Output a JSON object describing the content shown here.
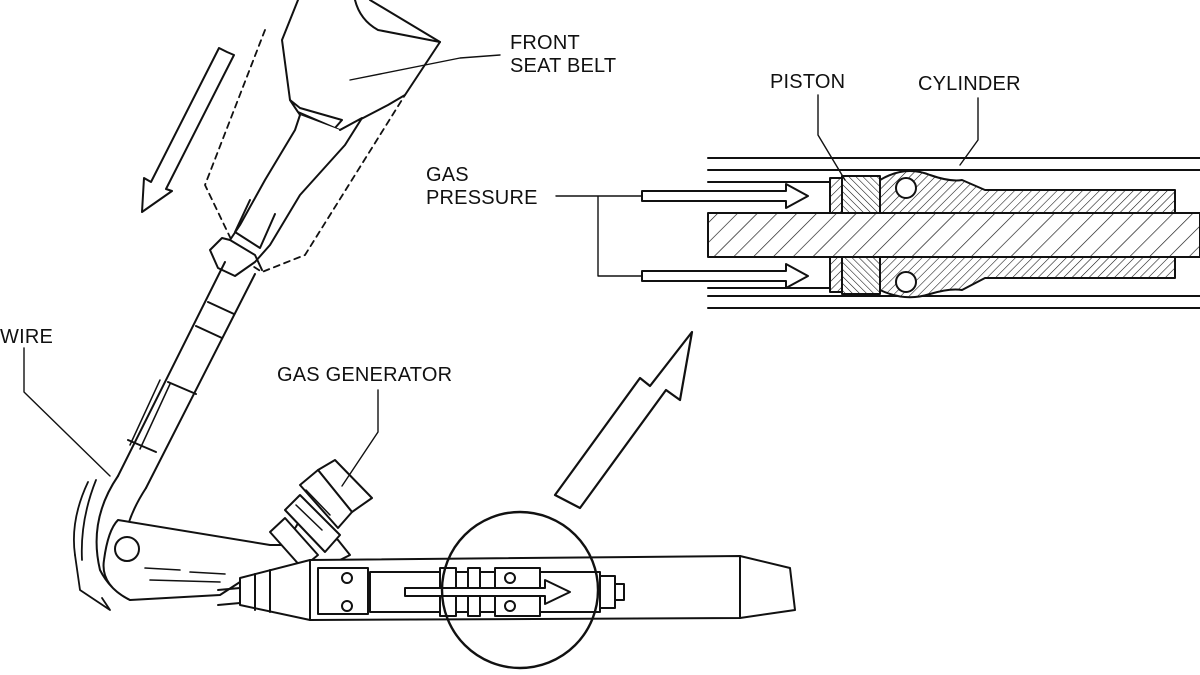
{
  "labels": {
    "front_seat_belt": [
      "FRONT",
      "SEAT BELT"
    ],
    "piston": "PISTON",
    "cylinder": "CYLINDER",
    "gas_pressure": [
      "GAS",
      "PRESSURE"
    ],
    "wire": "WIRE",
    "gas_generator": "GAS GENERATOR"
  },
  "colors": {
    "ink": "#111111",
    "background": "#ffffff"
  }
}
